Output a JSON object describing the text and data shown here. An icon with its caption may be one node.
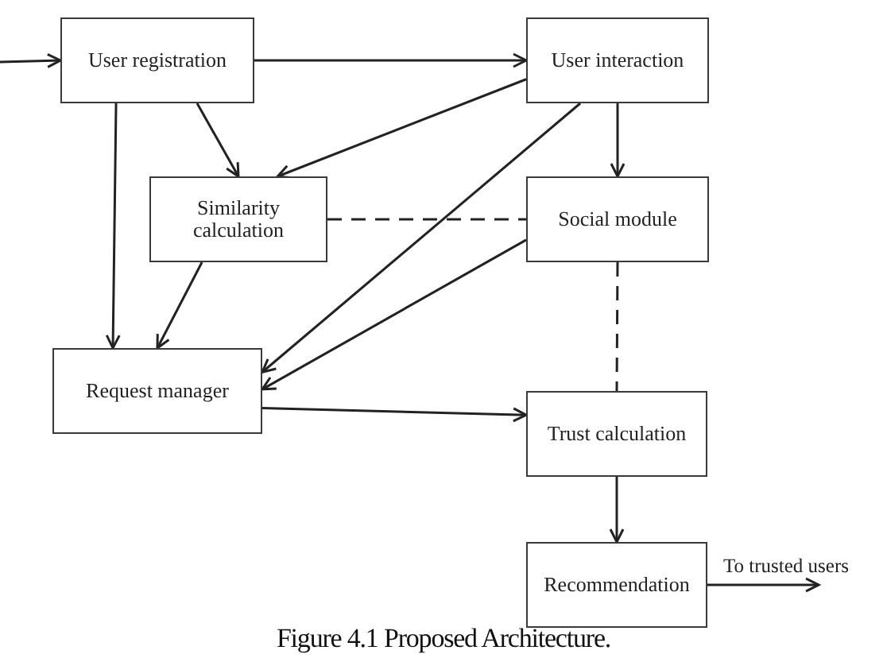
{
  "diagram": {
    "caption": "Figure 4.1 Proposed Architecture.",
    "nodes": [
      {
        "text": [
          "User registration"
        ]
      },
      {
        "text": [
          "User interaction"
        ]
      },
      {
        "text": [
          "Similarity calculation"
        ]
      },
      {
        "text": [
          "Social module"
        ]
      },
      {
        "text": [
          "Request manager"
        ]
      },
      {
        "text": [
          "Trust calculation"
        ]
      },
      {
        "text": [
          "Recommendation"
        ]
      }
    ],
    "edges": [
      {
        "from": null,
        "to": 0,
        "arrow": "to"
      },
      {
        "from": 0,
        "to": 1,
        "arrow": "to"
      },
      {
        "from": 0,
        "to": 2,
        "arrow": "to"
      },
      {
        "from": 1,
        "to": 2,
        "arrow": "to"
      },
      {
        "from": 0,
        "to": 4,
        "arrow": "to"
      },
      {
        "from": 2,
        "to": 4,
        "arrow": "to"
      },
      {
        "from": 1,
        "to": 4,
        "arrow": "to"
      },
      {
        "from": 3,
        "to": 4,
        "arrow": "to"
      },
      {
        "from": 1,
        "to": 3,
        "arrow": "to"
      },
      {
        "from": 2,
        "to": 3,
        "arrow": "none",
        "style": "dashed"
      },
      {
        "from": 3,
        "to": 5,
        "arrow": "none",
        "style": "dashed"
      },
      {
        "from": 4,
        "to": 5,
        "arrow": "to"
      },
      {
        "from": 5,
        "to": 6,
        "arrow": "to"
      },
      {
        "from": 6,
        "to": null,
        "arrow": "to",
        "label": "To trusted users"
      }
    ]
  }
}
